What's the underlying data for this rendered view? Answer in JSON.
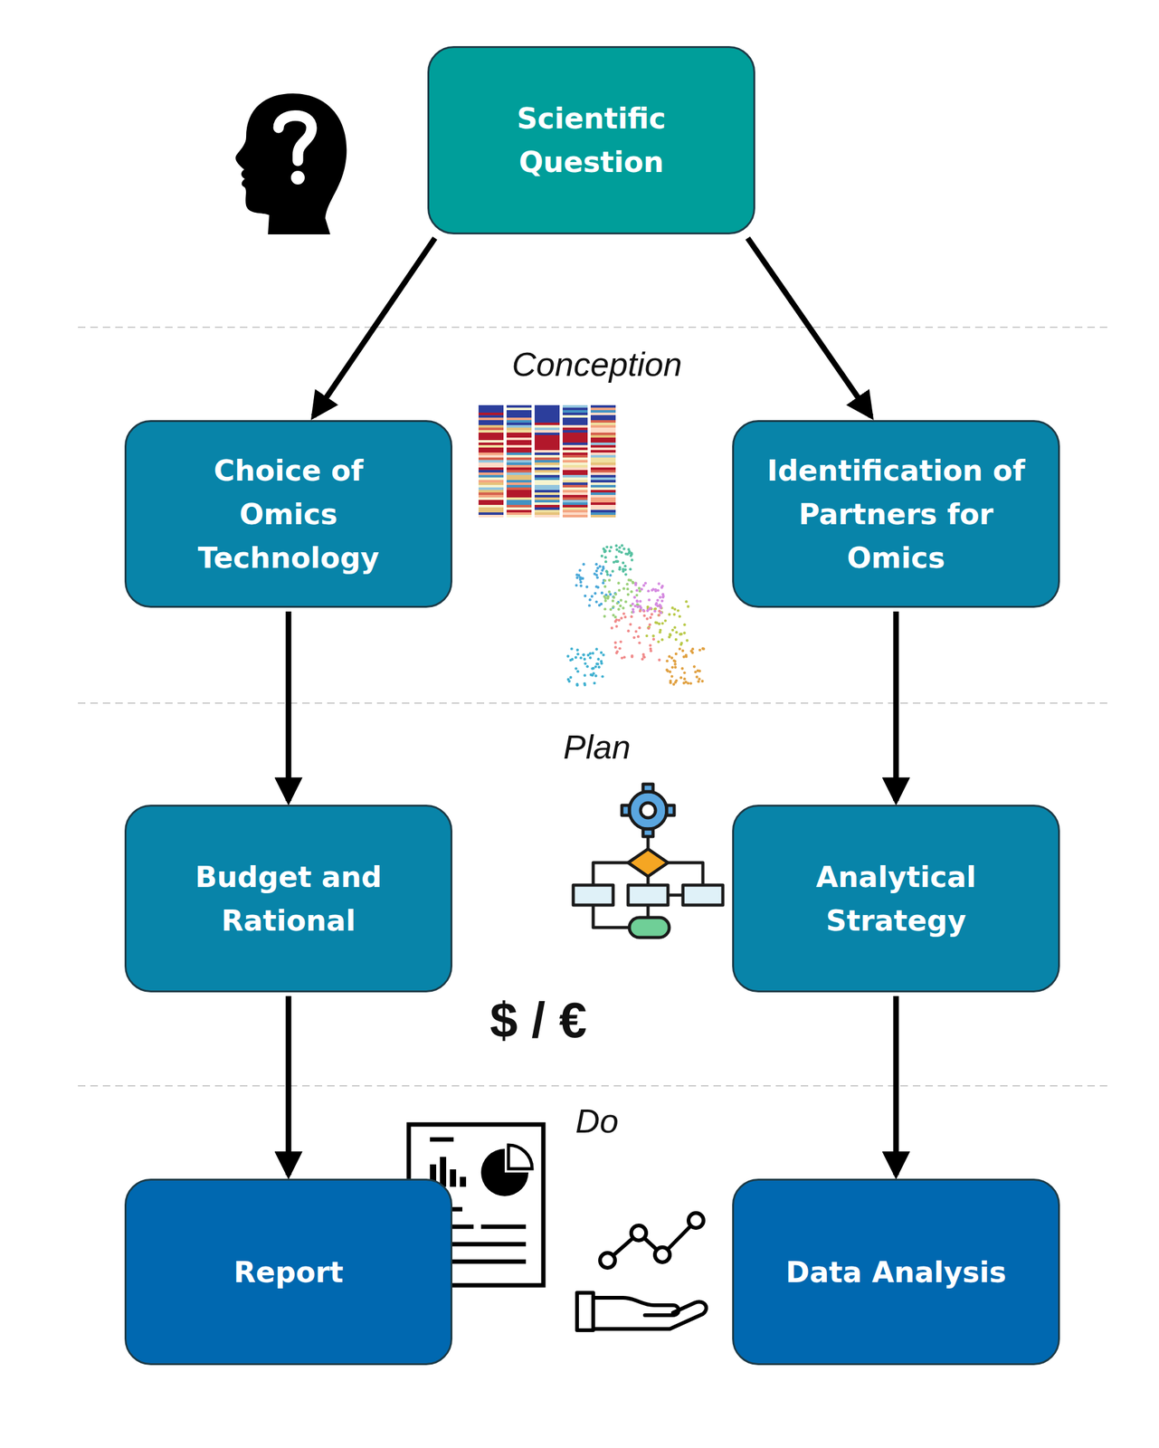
{
  "diagram": {
    "nodes": [
      {
        "text": [
          "Scientific Question"
        ]
      },
      {
        "text": [
          "Choice of Omics Technology"
        ]
      },
      {
        "text": [
          "Identification of Partners for Omics"
        ]
      },
      {
        "text": [
          "Budget and Rational"
        ]
      },
      {
        "text": [
          "Analytical Strategy"
        ]
      },
      {
        "text": [
          "Report"
        ]
      },
      {
        "text": [
          "Data Analysis"
        ]
      }
    ],
    "edges": [
      {
        "from": 0,
        "to": 1,
        "arrow": "to"
      },
      {
        "from": 0,
        "to": 2,
        "arrow": "to"
      },
      {
        "from": 1,
        "to": 3,
        "arrow": "to"
      },
      {
        "from": 2,
        "to": 4,
        "arrow": "to"
      },
      {
        "from": 3,
        "to": 5,
        "arrow": "to"
      },
      {
        "from": 4,
        "to": 6,
        "arrow": "to"
      }
    ],
    "labels": [
      "Conception",
      "Plan",
      "Do",
      "$ / €"
    ]
  }
}
